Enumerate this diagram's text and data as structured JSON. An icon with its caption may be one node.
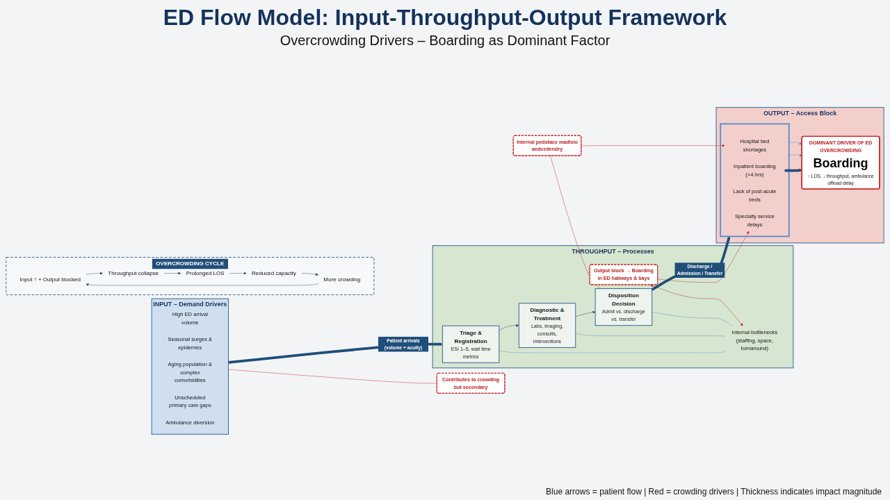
{
  "diagram": {
    "title": "ED Flow Model: Input-Throughput-Output Framework",
    "nodes": [
      {
        "text": [
          "INPUT – Demand Drivers"
        ]
      },
      {
        "text": [
          "High ED arrival volume"
        ],
        "in": 0
      },
      {
        "text": [
          "Seasonal surges & epidemics"
        ],
        "in": 0
      },
      {
        "text": [
          "Aging population & complex comorbidities"
        ],
        "in": 0
      },
      {
        "text": [
          "Unscheduled primary care gaps"
        ],
        "in": 0
      },
      {
        "text": [
          "Ambulance diversion"
        ],
        "in": 0
      },
      {
        "text": [
          "Contributes to crowding but secondary"
        ]
      },
      {
        "text": [
          "THROUGHPUT – Processes"
        ]
      },
      {
        "text": [
          "Internal pedotace madlsio andcedendry"
        ]
      },
      {
        "text": [
          "Triage & Registration",
          "ESI 1–5, wait time metrics"
        ],
        "in": 7
      },
      {
        "text": [
          "Diagnostic & Treatment",
          "Labs, imaging, consults, interventions"
        ],
        "in": 7
      },
      {
        "text": [
          "Disposition Decision",
          "Admit vs. discharge vs. transfer"
        ],
        "in": 7
      },
      {
        "text": [
          "Internal bottlenecks (staffing, space, turnaround)"
        ],
        "in": 7
      },
      {
        "text": [
          "Output block → Boarding in ED hallways & bays"
        ],
        "in": 7
      },
      {
        "text": [
          "OUTPUT – Access Block"
        ]
      },
      {
        "text": [],
        "shape": "box",
        "in": 14
      },
      {
        "text": [
          "Hospital bed shortages"
        ],
        "in": 15
      },
      {
        "text": [
          "Inpatient boarding (>4 hrs)"
        ],
        "in": 15
      },
      {
        "text": [
          "Lack of post-acute beds"
        ],
        "in": 15
      },
      {
        "text": [
          "Specialty service delays"
        ],
        "in": 15
      },
      {
        "text": [
          "DOMINANT DRIVER OF ED OVERCROWDING",
          "Boarding",
          "↑ LOS, ↓ throughput, ambulance offload delay"
        ],
        "in": 14
      },
      {
        "text": [
          "OVERCROWDING CYCLE"
        ]
      },
      {
        "text": [
          "Input ↑ + Output blocked"
        ],
        "in": 21
      },
      {
        "text": [
          "Throughput collapse"
        ],
        "in": 21
      },
      {
        "text": [
          "Prolonged LOS"
        ],
        "in": 21
      },
      {
        "text": [
          "Reduced capacity"
        ],
        "in": 21
      },
      {
        "text": [
          "More crowding"
        ],
        "in": 21
      }
    ],
    "edges": [
      {
        "from": 0,
        "to": 9,
        "arrow": "to",
        "label": "Patient arrivals (volume + acuity)",
        "style": "thick"
      },
      {
        "from": 6,
        "to": 0,
        "arrow": "none",
        "style": "dashed",
        "color": "#c62828"
      },
      {
        "from": 9,
        "to": 10,
        "arrow": "to"
      },
      {
        "from": 10,
        "to": 11,
        "arrow": "to"
      },
      {
        "from": 8,
        "to": 11,
        "arrow": "none",
        "style": "dashed",
        "color": "#c62828"
      },
      {
        "from": 9,
        "to": 12,
        "arrow": "none",
        "color": "#5b8fc7"
      },
      {
        "from": 10,
        "to": 12,
        "arrow": "none",
        "color": "#5b8fc7"
      },
      {
        "from": 11,
        "to": 12,
        "arrow": "none",
        "color": "#5b8fc7"
      },
      {
        "from": 12,
        "to": 13,
        "arrow": "both",
        "color": "#c62828"
      },
      {
        "from": 11,
        "to": 15,
        "arrow": "to",
        "label": "Discharge / Admission / Transfer",
        "style": "thick"
      },
      {
        "from": 8,
        "to": 16,
        "arrow": "to",
        "color": "#c62828"
      },
      {
        "from": 13,
        "to": 19,
        "arrow": "to",
        "color": "#c62828"
      },
      {
        "from": 17,
        "to": 20,
        "arrow": "to",
        "style": "thick"
      },
      {
        "from": 15,
        "to": 20,
        "arrow": "to",
        "color": "#5b8fc7"
      },
      {
        "from": 15,
        "to": 20,
        "arrow": "to",
        "color": "#5b8fc7"
      },
      {
        "from": 22,
        "to": 23,
        "arrow": "to"
      },
      {
        "from": 23,
        "to": 24,
        "arrow": "to"
      },
      {
        "from": 24,
        "to": 25,
        "arrow": "to"
      },
      {
        "from": 25,
        "to": 26,
        "arrow": "to"
      },
      {
        "from": 26,
        "to": 22,
        "arrow": "to"
      }
    ],
    "labels": [
      "Overcrowding Drivers – Boarding as Dominant Factor",
      "Blue arrows = patient flow | Red = crowding drivers | Thickness indicates impact magnitude"
    ]
  }
}
